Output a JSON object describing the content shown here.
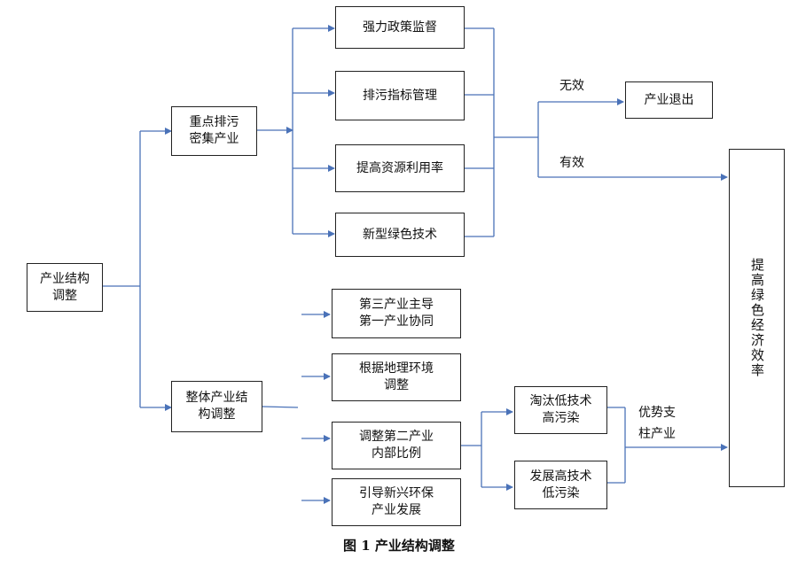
{
  "nodes": {
    "root": "产业结构\n调整",
    "branch_dense": "重点排污\n密集产业",
    "branch_overall": "整体产业结\n构调整",
    "policy": "强力政策监督",
    "emission": "排污指标管理",
    "resource": "提高资源利用率",
    "green_tech": "新型绿色技术",
    "tertiary": "第三产业主导\n第一产业协同",
    "geo": "根据地理环境\n调整",
    "secondary": "调整第二产业\n内部比例",
    "emerging": "引导新兴环保\n产业发展",
    "eliminate": "淘汰低技术\n高污染",
    "develop": "发展高技术\n低污染",
    "exit": "产业退出",
    "goal": "提高绿色经济效率"
  },
  "labels": {
    "invalid": "无效",
    "valid": "有效",
    "pillar": "优势支\n柱产业"
  },
  "caption": "图 1   产业结构调整",
  "colors": {
    "arrow": "#4a72b8",
    "border": "#222222"
  }
}
